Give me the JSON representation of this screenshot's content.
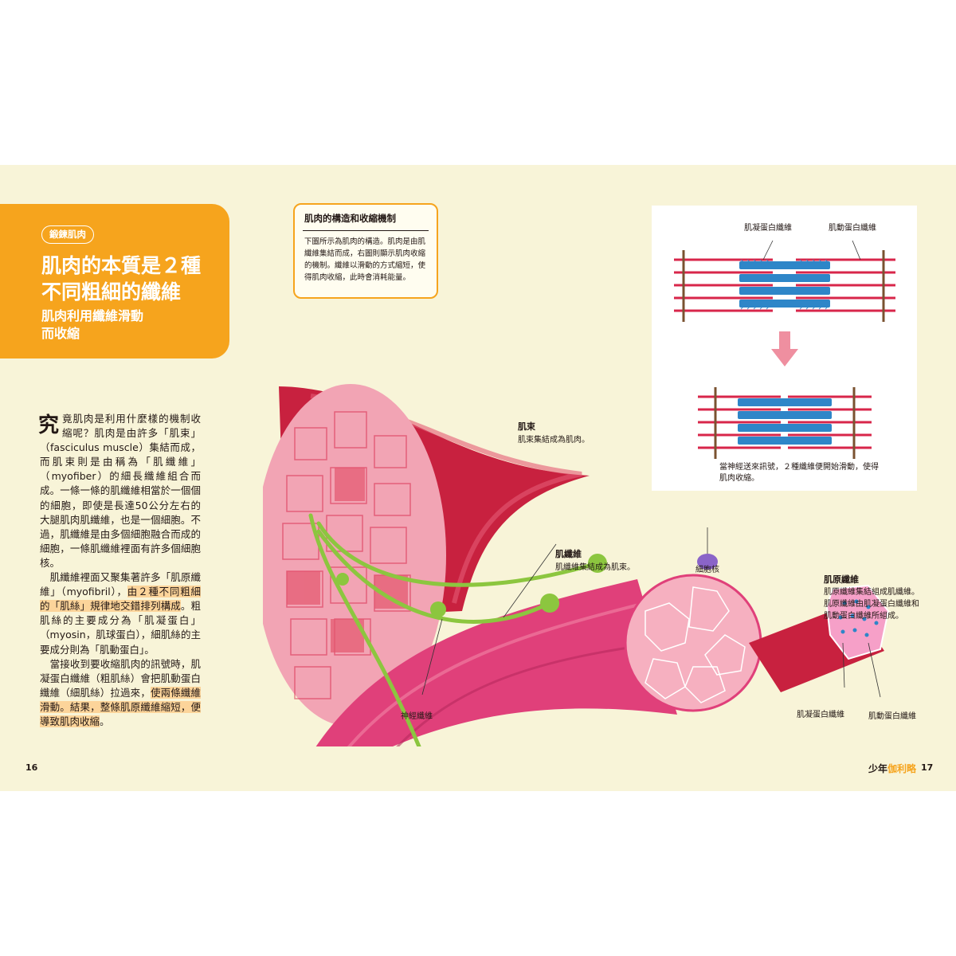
{
  "header": {
    "section_tag": "鍛鍊肌肉",
    "title_line1": "肌肉的本質是２種",
    "title_line2": "不同粗細的纖維",
    "subtitle_line1": "肌肉利用纖維滑動",
    "subtitle_line2": "而收縮"
  },
  "info_box": {
    "title": "肌肉的構造和收縮機制",
    "text": "下圖所示為肌肉的構造。肌肉是由肌纖維集結而成，右圖則顯示肌肉收縮的機制。纖維以滑動的方式縮短，使得肌肉收縮，此時會消耗能量。"
  },
  "body": {
    "dropcap": "究",
    "p1": "竟肌肉是利用什麼樣的機制收縮呢？肌肉是由許多「肌束」（fasciculus muscle）集結而成，而肌束則是由稱為「肌纖維」（myofiber）的細長纖維組合而成。一條一條的肌纖維相當於一個個的細胞，即使是長達50公分左右的大腿肌肉肌纖維，也是一個細胞。不過，肌纖維是由多個細胞融合而成的細胞，一條肌纖維裡面有許多個細胞核。",
    "p2_a": "肌纖維裡面又聚集著許多「肌原纖維」（myofibril），",
    "p2_hl": "由２種不同粗細的「肌絲」規律地交錯排列構成",
    "p2_b": "。粗肌絲的主要成分為「肌凝蛋白」（myosin，肌球蛋白），細肌絲的主要成分則為「肌動蛋白」。",
    "p3_a": "當接收到要收縮肌肉的訊號時，肌凝蛋白纖維（粗肌絲）會把肌動蛋白纖維（細肌絲）拉過來，",
    "p3_hl": "使兩條纖維滑動。結果，整條肌原纖維縮短，便導致肌肉收縮",
    "p3_b": "。"
  },
  "diagram_labels": {
    "myosin_top": "肌凝蛋白纖維",
    "actin_top": "肌動蛋白纖維",
    "caption": "當神經送來訊號，２種纖維便開始滑動，使得肌肉收縮。"
  },
  "illustration_labels": {
    "fascicle_title": "肌束",
    "fascicle_desc": "肌束集結成為肌肉。",
    "fiber_title": "肌纖維",
    "fiber_desc": "肌纖維集結成為肌束。",
    "nucleus": "細胞核",
    "myofibril_title": "肌原纖維",
    "myofibril_desc1": "肌原纖維集結組成肌纖維。",
    "myofibril_desc2": "肌原纖維由肌凝蛋白纖維和",
    "myofibril_desc3": "肌動蛋白纖維所組成。",
    "nerve": "神經纖維",
    "myosin_bottom": "肌凝蛋白纖維",
    "actin_bottom": "肌動蛋白纖維"
  },
  "footer": {
    "page_left": "16",
    "brand_a": "少年",
    "brand_b": "伽利略",
    "page_right": "17"
  },
  "colors": {
    "background": "#f8f4d8",
    "accent_orange": "#f6a41d",
    "highlight": "#fcd49a",
    "muscle_red": "#d8264a",
    "muscle_pink": "#f2a4b4",
    "myosin_blue": "#2e86c8",
    "nerve_green": "#8cc63f",
    "arrow_pink": "#ef8fa0"
  }
}
